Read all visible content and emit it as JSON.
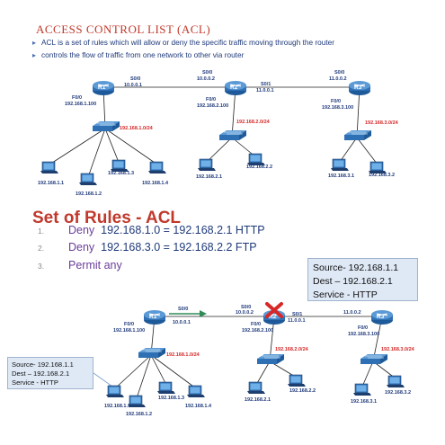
{
  "header": {
    "title": "ACCESS CONTROL LIST  (ACL)",
    "bullets": [
      "ACL is a set of rules which will allow or deny the specific traffic moving through the router",
      "controls the flow of traffic from one network to other via router"
    ]
  },
  "rules": {
    "title": "Set of Rules - ACL",
    "items": [
      {
        "number": "1.",
        "action": "Deny",
        "detail": "192.168.1.0 = 192.168.2.1 HTTP"
      },
      {
        "number": "2.",
        "action": "Deny",
        "detail": "192.168.3.0 = 192.168.2.2  FTP"
      },
      {
        "number": "3.",
        "action": "Permit any",
        "detail": ""
      }
    ]
  },
  "info_box_top": {
    "source": "Source- 192.168.1.1",
    "dest": "Dest – 192.168.2.1",
    "service": "Service -  HTTP"
  },
  "info_box_bottom": {
    "source": "Source- 192.168.1.1",
    "dest": "Dest – 192.168.2.1",
    "service": "Service -  HTTP"
  },
  "diagram_top": {
    "routers": [
      "R1",
      "R2",
      "R3"
    ],
    "link_labels": {
      "r1_r2_s": "S0/0",
      "r1_r2_ip": "10.0.0.1",
      "r2_s": "S0/0",
      "r2_ip": "10.0.0.2",
      "r2_r3_s": "S0/1",
      "r2_r3_ip": "11.0.0.1",
      "r3_s": "S0/0",
      "r3_ip": "11.0.0.2"
    },
    "lan_labels": {
      "r1_f": "F0/0",
      "r1_fip": "192.168.1.100",
      "r2_f": "F0/0",
      "r2_fip": "192.168.2.100",
      "r3_f": "F0/0",
      "r3_fip": "192.168.3.100"
    },
    "networks": [
      "192.168.1.0/24",
      "192.168.2.0/24",
      "192.168.3.0/24"
    ],
    "hosts": {
      "h11": "192.168.1.1",
      "h12": "192.168.1.2",
      "h13": "192.168.1.3",
      "h14": "192.168.1.4",
      "h21": "192.168.2.1",
      "h22": "192.168.2.2",
      "h31": "192.168.3.1",
      "h32": "192.168.3.2"
    }
  },
  "diagram_bottom": {
    "routers": [
      "R1",
      "R2",
      "R3"
    ],
    "link_labels": {
      "r1_r2_s": "S0/0",
      "r1_r2_ip": "10.0.0.1",
      "r2_s": "S0/0",
      "r2_ip": "10.0.0.2",
      "r2_r3_s": "S0/1",
      "r2_r3_ip": "11.0.0.1",
      "r3_ip": "11.0.0.2"
    },
    "lan_labels": {
      "r1_f": "F0/0",
      "r1_fip": "192.168.1.100",
      "r2_f": "F0/0",
      "r2_fip": "192.168.2.100",
      "r3_f": "F0/0",
      "r3_fip": "192.168.3.100"
    },
    "networks": [
      "192.168.1.0/24",
      "192.168.2.0/24",
      "192.168.3.0/24"
    ],
    "hosts": {
      "h11": "192.168.1.1",
      "h12": "192.168.1.2",
      "h13": "192.168.1.3",
      "h14": "192.168.1.4",
      "h21": "192.168.2.1",
      "h22": "192.168.2.2",
      "h31": "192.168.3.1",
      "h32": "192.168.3.2"
    }
  },
  "colors": {
    "title_red": "#c0392b",
    "bullet_text": "#1f3a7a",
    "rule_purple": "#6a3d9a",
    "device_blue": "#2f6fb3",
    "info_box_bg": "#dfe9f6",
    "block_mark": "#d62828",
    "traffic_arrow": "#2e8b57"
  },
  "icons": {
    "router": "router-icon",
    "switch": "switch-icon",
    "host": "pc-icon",
    "block": "blocked-x-icon"
  }
}
